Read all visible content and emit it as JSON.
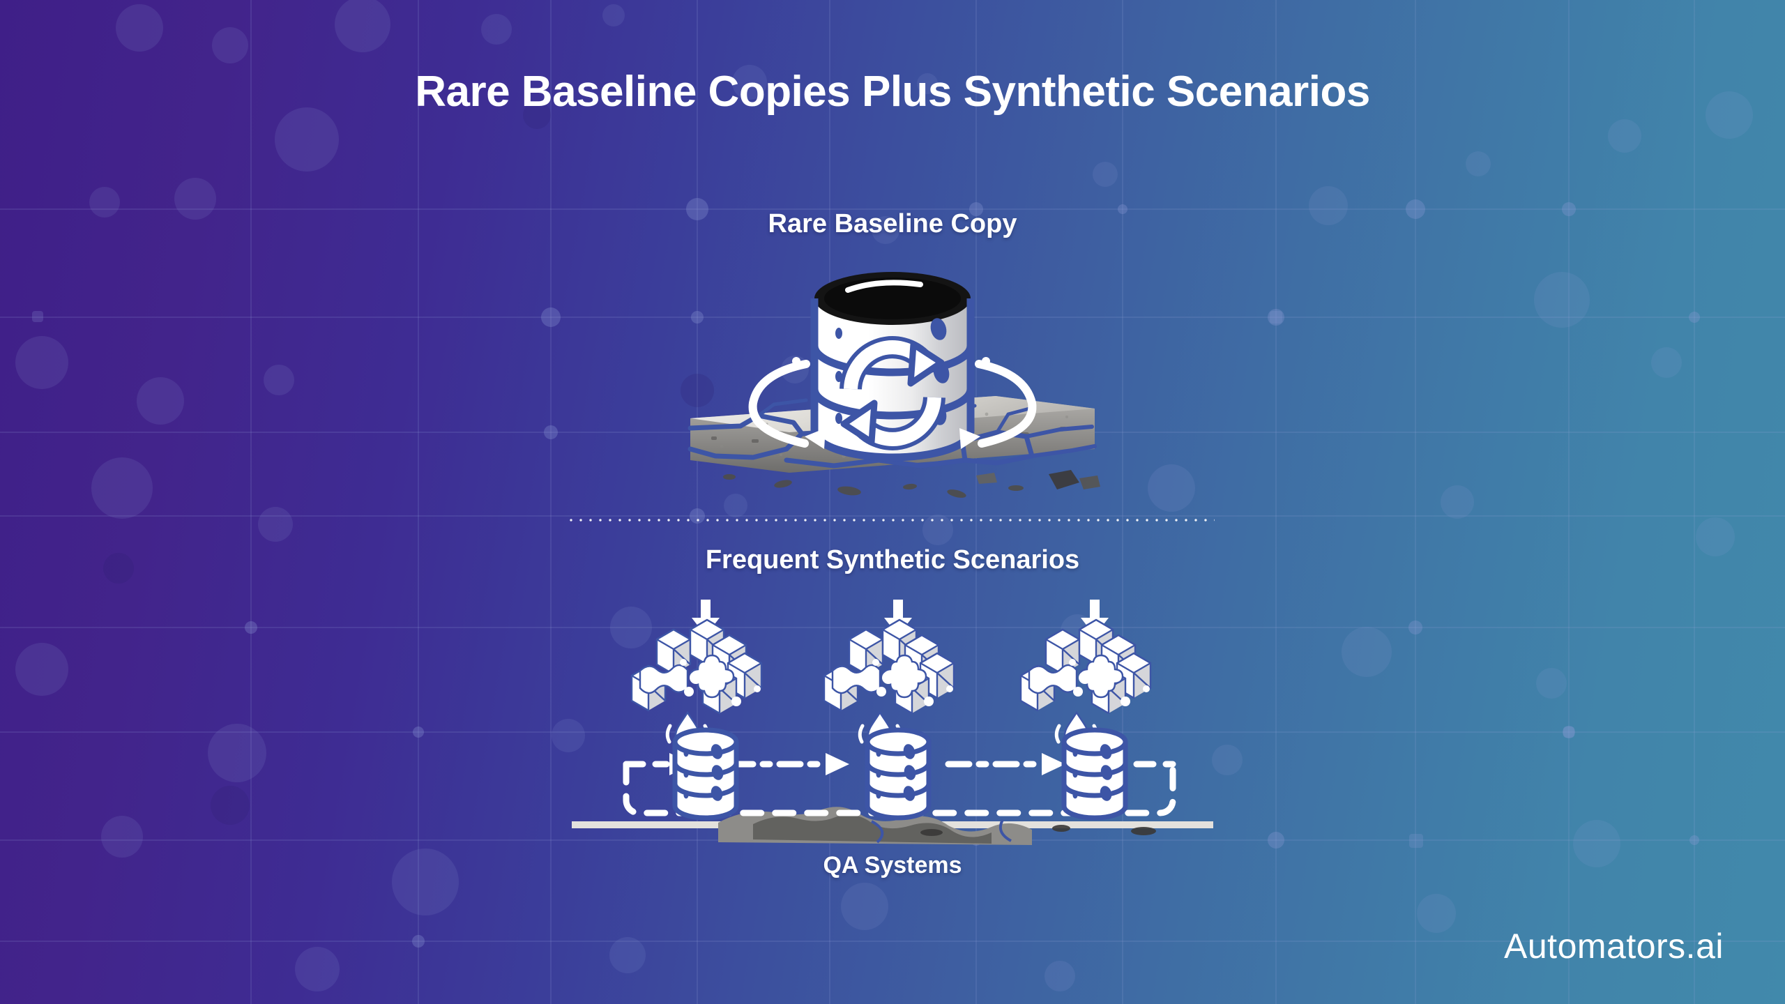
{
  "title": "Rare Baseline Copies Plus Synthetic Scenarios",
  "brand": "Automators.ai",
  "sections": {
    "baseline": {
      "label": "Rare Baseline Copy",
      "icon": "database-refresh-on-cracked-slab-icon"
    },
    "synthetic": {
      "label": "Frequent Synthetic Scenarios",
      "footer_label": "QA Systems",
      "units": [
        {
          "arrow": "down-arrow-icon",
          "cluster": "cube-puzzle-cluster-icon",
          "drop": "droplet-icon",
          "db": "database-icon"
        },
        {
          "arrow": "down-arrow-icon",
          "cluster": "cube-puzzle-cluster-icon",
          "drop": "droplet-icon",
          "db": "database-icon"
        },
        {
          "arrow": "down-arrow-icon",
          "cluster": "cube-puzzle-cluster-icon",
          "drop": "droplet-icon",
          "db": "database-icon"
        }
      ],
      "flow": "dashed-loop-arrows"
    }
  },
  "divider": "dotted-horizontal-divider",
  "colors": {
    "bg_left": "#3F1F88",
    "bg_right": "#4189AB",
    "text": "#FFFFFF",
    "art_white": "#FFFFFF",
    "art_shade": "#D8D9DE",
    "slab_light": "#E6E4E0",
    "slab_mid": "#A9A8A6",
    "slab_dark": "#6E6E6E",
    "crack_fill": "#3D55A6",
    "db_top_dark": "#141414"
  }
}
